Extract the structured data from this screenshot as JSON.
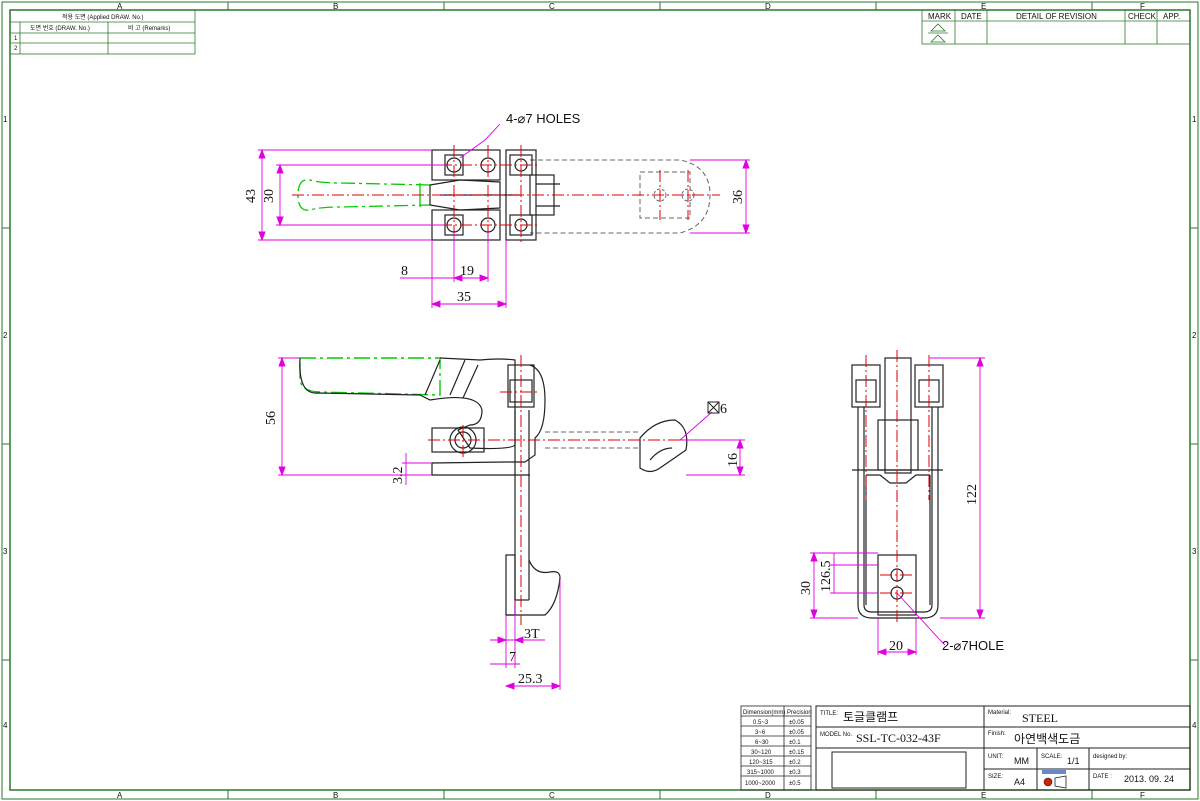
{
  "frame": {
    "columns": [
      "A",
      "B",
      "C",
      "D",
      "E",
      "F"
    ],
    "rows": [
      "1",
      "2",
      "3",
      "4"
    ]
  },
  "applied_table": {
    "header": "적용 도면 (Applied DRAW. No.)",
    "col_no": "도면 번호 (DRAW. No.)",
    "col_remarks": "비 고 (Remarks)",
    "rows": [
      "1",
      "2"
    ]
  },
  "revision_table": {
    "mark": "MARK",
    "date": "DATE",
    "detail": "DETAIL OF REVISION",
    "check": "CHECK",
    "app": "APP."
  },
  "annotations": {
    "holes_top": "4-⌀7 HOLES",
    "holes_right": "2-⌀7HOLE",
    "square": "6"
  },
  "dimensions": {
    "top_43": "43",
    "top_30": "30",
    "top_36": "36",
    "top_8": "8",
    "top_19": "19",
    "top_35": "35",
    "side_56": "56",
    "side_3_2": "3.2",
    "side_16": "16",
    "side_3t": "3T",
    "side_7": "7",
    "side_25_3": "25.3",
    "front_122": "122",
    "front_126_5": "126.5",
    "front_30": "30",
    "front_20": "20"
  },
  "tolerance_table": {
    "header_dim": "Dimension(mm)",
    "header_prec": "Precision",
    "rows": [
      {
        "range": "0.5~3",
        "tol": "±0.05"
      },
      {
        "range": "3~6",
        "tol": "±0.05"
      },
      {
        "range": "6~30",
        "tol": "±0.1"
      },
      {
        "range": "30~120",
        "tol": "±0.15"
      },
      {
        "range": "120~315",
        "tol": "±0.2"
      },
      {
        "range": "315~1000",
        "tol": "±0.3"
      },
      {
        "range": "1000~2000",
        "tol": "±0.5"
      }
    ]
  },
  "title_block": {
    "title_label": "TITLE:",
    "title": "토글클램프",
    "model_label": "MODEL No.",
    "model": "SSL-TC-032-43F",
    "material_label": "Material:",
    "material": "STEEL",
    "finish_label": "Finish:",
    "finish": "아연백색도금",
    "unit_label": "UNIT:",
    "unit": "MM",
    "scale_label": "SCALE:",
    "scale": "1/1",
    "designed_label": "designed by:",
    "size_label": "SIZE:",
    "size": "A4",
    "date_label": "DATE :",
    "date": "2013. 09. 24"
  },
  "colors": {
    "outline": "#222222",
    "center": "#e00000",
    "dimension": "#e000e0",
    "handle": "#00cc00",
    "hidden": "#666666"
  }
}
